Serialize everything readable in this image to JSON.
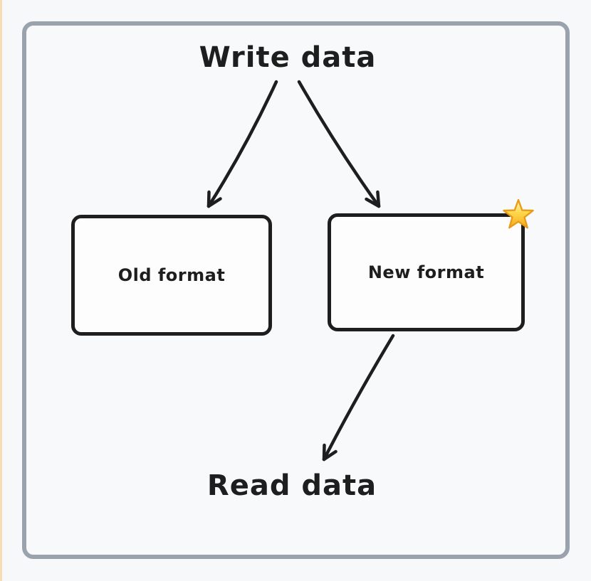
{
  "diagram": {
    "top_label": "Write data",
    "bottom_label": "Read data",
    "boxes": [
      {
        "label": "Old format"
      },
      {
        "label": "New format",
        "badge_icon": "star-icon",
        "badge_glyph": "⭐"
      }
    ],
    "arrows": [
      {
        "from": "Write data",
        "to": "Old format"
      },
      {
        "from": "Write data",
        "to": "New format"
      },
      {
        "from": "New format",
        "to": "Read data"
      }
    ],
    "colors": {
      "ink": "#1e1e1e",
      "frame_border": "#9aa2ae",
      "background": "#f7f8fa",
      "box_fill": "#fdfdfd",
      "star_gold": "#f6b51e",
      "star_highlight": "#fff6c9",
      "star_outline": "#e89b14",
      "edge_stripe": "#f6ddb4"
    }
  }
}
